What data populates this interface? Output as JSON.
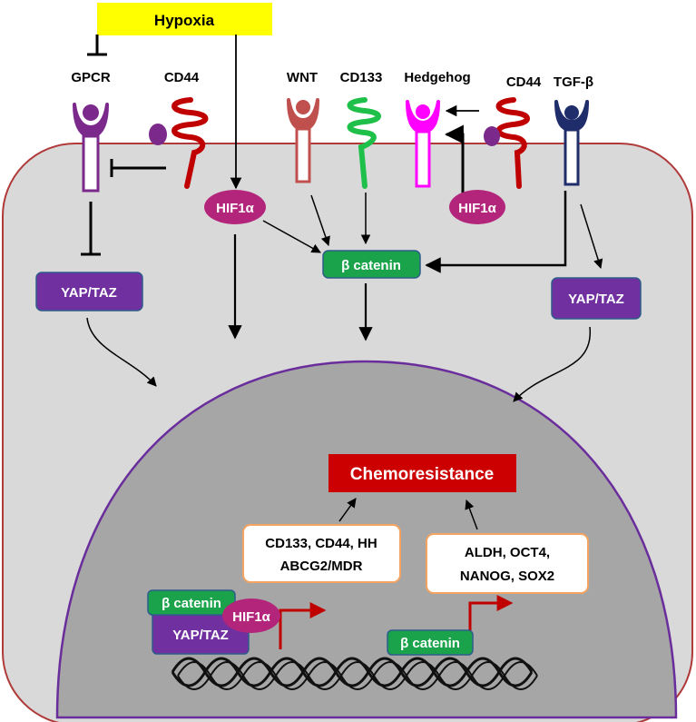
{
  "stimulus": {
    "label": "Hypoxia"
  },
  "receptors": {
    "gpcr": "GPCR",
    "cd44_left": "CD44",
    "wnt": "WNT",
    "cd133": "CD133",
    "hedgehog": "Hedgehog",
    "cd44_right": "CD44",
    "tgfb": "TGF-β"
  },
  "cytoplasm": {
    "hif1a_left": "HIF1α",
    "hif1a_right": "HIF1α",
    "beta_catenin": "β catenin",
    "yap_taz_left": "YAP/TAZ",
    "yap_taz_right": "YAP/TAZ"
  },
  "nucleus": {
    "outcome": "Chemoresistance",
    "genes_left_line1": "CD133, CD44, HH",
    "genes_left_line2": "ABCG2/MDR",
    "genes_right_line1": "ALDH, OCT4,",
    "genes_right_line2": "NANOG, SOX2",
    "beta_catenin_left": "β catenin",
    "hif1a": "HIF1α",
    "yap_taz": "YAP/TAZ",
    "beta_catenin_right": "β catenin"
  },
  "colors": {
    "cell_fill": "#d9d9d9",
    "cell_border": "#b03a3a",
    "nucleus_fill": "#a6a6a6",
    "nucleus_border": "#6a2d9c",
    "hypoxia_box": "#ffff00",
    "gpcr": "#7b2a8c",
    "cd44": "#c00000",
    "wnt": "#c0504d",
    "cd133": "#1ec04a",
    "hedgehog": "#ff00ff",
    "tgfb": "#1f2d6b",
    "hif1a": "#b3257a",
    "beta_catenin": "#1aa34a",
    "yap_taz": "#7030a0",
    "chemoresistance": "#cc0000",
    "gene_box_border": "#f4a460",
    "transcription_arrow": "#c00000"
  }
}
